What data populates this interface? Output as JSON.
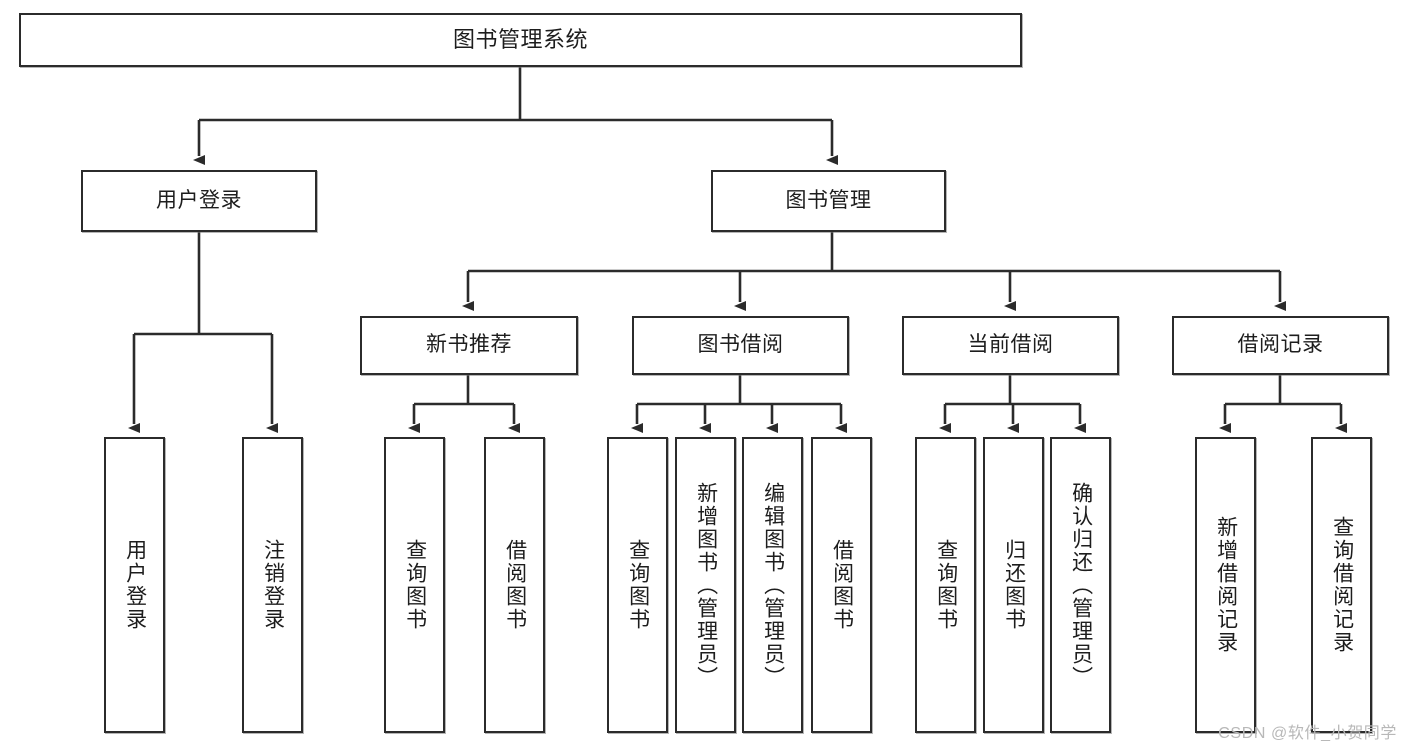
{
  "diagram": {
    "type": "tree-hierarchy",
    "title": "图书管理系统",
    "watermark": "CSDN @软件_小贺同学",
    "colors": {
      "box_border": "#2b2b2b",
      "box_fill": "#ffffff",
      "edge": "#2b2b2b",
      "text": "#1d1d1d",
      "watermark": "#b8b8b8"
    },
    "nodes": {
      "root": {
        "label": "图书管理系统",
        "level": 0
      },
      "user_login": {
        "label": "用户登录",
        "level": 1
      },
      "book_manage": {
        "label": "图书管理",
        "level": 1
      },
      "new_book_rec": {
        "label": "新书推荐",
        "level": 2
      },
      "book_borrow": {
        "label": "图书借阅",
        "level": 2
      },
      "current_borrow": {
        "label": "当前借阅",
        "level": 2
      },
      "borrow_record": {
        "label": "借阅记录",
        "level": 2
      },
      "leaf_user_login": {
        "label": "用户登录",
        "level": 3
      },
      "leaf_logout": {
        "label": "注销登录",
        "level": 3
      },
      "leaf_query_book_1": {
        "label": "查询图书",
        "level": 3
      },
      "leaf_borrow_book_1": {
        "label": "借阅图书",
        "level": 3
      },
      "leaf_query_book_2": {
        "label": "查询图书",
        "level": 3
      },
      "leaf_add_book": {
        "label": "新增图书（管理员）",
        "level": 3
      },
      "leaf_edit_book": {
        "label": "编辑图书（管理员）",
        "level": 3
      },
      "leaf_borrow_book_2": {
        "label": "借阅图书",
        "level": 3
      },
      "leaf_query_book_3": {
        "label": "查询图书",
        "level": 3
      },
      "leaf_return_book": {
        "label": "归还图书",
        "level": 3
      },
      "leaf_confirm_return": {
        "label": "确认归还（管理员）",
        "level": 3
      },
      "leaf_add_record": {
        "label": "新增借阅记录",
        "level": 3
      },
      "leaf_query_record": {
        "label": "查询借阅记录",
        "level": 3
      }
    },
    "edges": [
      {
        "from": "root",
        "to": "user_login"
      },
      {
        "from": "root",
        "to": "book_manage"
      },
      {
        "from": "user_login",
        "to": "leaf_user_login"
      },
      {
        "from": "user_login",
        "to": "leaf_logout"
      },
      {
        "from": "book_manage",
        "to": "new_book_rec"
      },
      {
        "from": "book_manage",
        "to": "book_borrow"
      },
      {
        "from": "book_manage",
        "to": "current_borrow"
      },
      {
        "from": "book_manage",
        "to": "borrow_record"
      },
      {
        "from": "new_book_rec",
        "to": "leaf_query_book_1"
      },
      {
        "from": "new_book_rec",
        "to": "leaf_borrow_book_1"
      },
      {
        "from": "book_borrow",
        "to": "leaf_query_book_2"
      },
      {
        "from": "book_borrow",
        "to": "leaf_add_book"
      },
      {
        "from": "book_borrow",
        "to": "leaf_edit_book"
      },
      {
        "from": "book_borrow",
        "to": "leaf_borrow_book_2"
      },
      {
        "from": "current_borrow",
        "to": "leaf_query_book_3"
      },
      {
        "from": "current_borrow",
        "to": "leaf_return_book"
      },
      {
        "from": "current_borrow",
        "to": "leaf_confirm_return"
      },
      {
        "from": "borrow_record",
        "to": "leaf_add_record"
      },
      {
        "from": "borrow_record",
        "to": "leaf_query_record"
      }
    ]
  }
}
